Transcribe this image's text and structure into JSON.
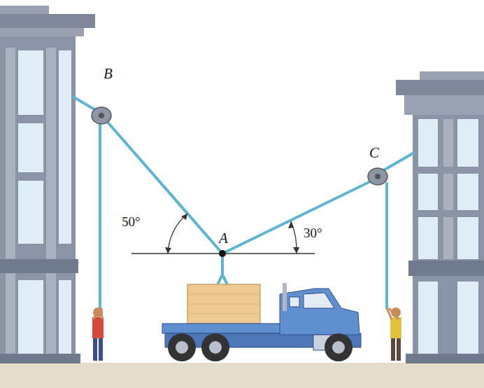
{
  "diagram": {
    "labels": [
      "B",
      "C",
      "50°",
      "A",
      "30°"
    ]
  }
}
